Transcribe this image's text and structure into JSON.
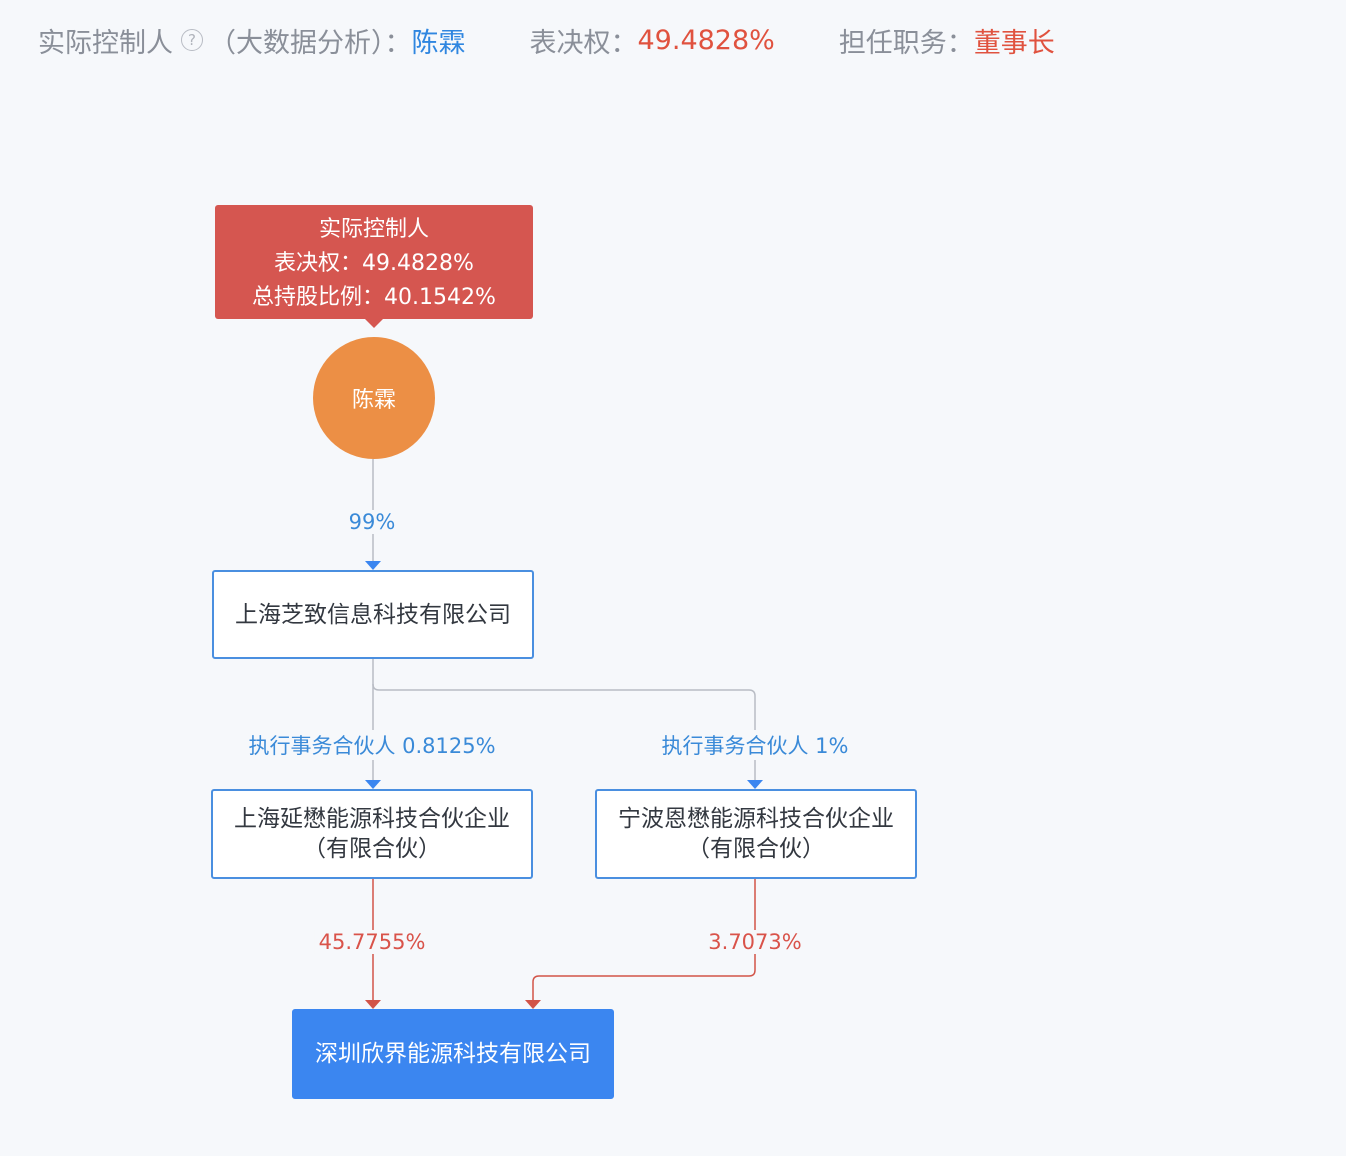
{
  "header": {
    "controller_label": "实际控制人",
    "help_icon": "?",
    "analysis_note": "（大数据分析）：",
    "controller_name": "陈霖",
    "voting_label": "表决权：",
    "voting_value": "49.4828%",
    "position_label": "担任职务：",
    "position_value": "董事长"
  },
  "callout": {
    "title": "实际控制人",
    "voting": "表决权：49.4828%",
    "holding": "总持股比例：40.1542%"
  },
  "person": {
    "name": "陈霖"
  },
  "nodes": {
    "zhizhi": "上海芝致信息科技有限公司",
    "yanmao_line1": "上海延懋能源科技合伙企业",
    "yanmao_line2": "（有限合伙）",
    "enmao_line1": "宁波恩懋能源科技合伙企业",
    "enmao_line2": "（有限合伙）",
    "target": "深圳欣界能源科技有限公司"
  },
  "edges": {
    "person_to_zhizhi": "99%",
    "zhizhi_to_yanmao": "执行事务合伙人 0.8125%",
    "zhizhi_to_enmao": "执行事务合伙人 1%",
    "yanmao_to_target": "45.7755%",
    "enmao_to_target": "3.7073%"
  },
  "colors": {
    "accent_blue": "#3b86f0",
    "accent_red": "#d55650",
    "person_orange": "#ec8f45"
  }
}
